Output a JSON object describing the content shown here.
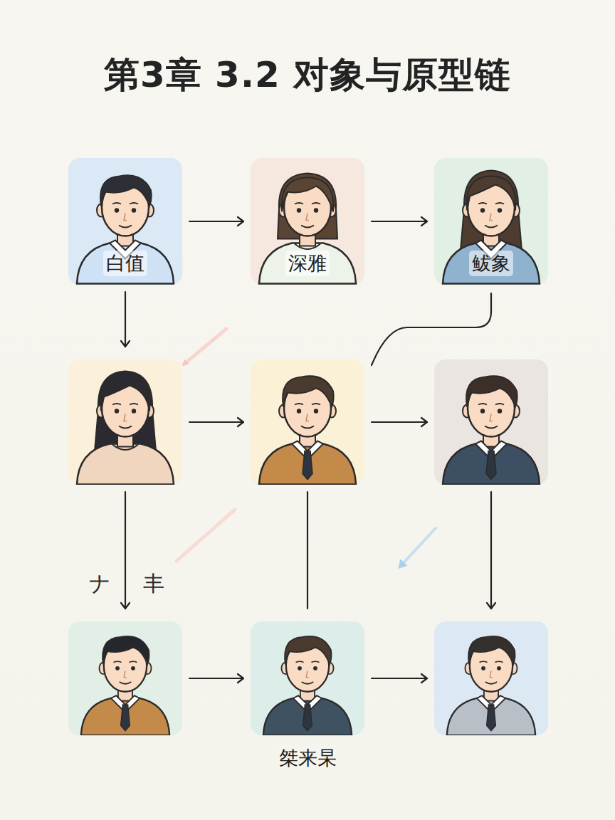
{
  "diagram": {
    "title": "第3章 3.2 对象与原型链",
    "nodes": [
      {
        "text": [
          "白值"
        ]
      },
      {
        "text": [
          "深雅"
        ]
      },
      {
        "text": [
          "鲅象"
        ]
      },
      {
        "text": []
      },
      {
        "text": []
      },
      {
        "text": []
      },
      {
        "text": []
      },
      {
        "text": [
          "桀来杲"
        ]
      },
      {
        "text": []
      }
    ],
    "edges": [
      {
        "from": 0,
        "to": 1,
        "arrow": "to"
      },
      {
        "from": 1,
        "to": 2,
        "arrow": "to"
      },
      {
        "from": 0,
        "to": 3,
        "arrow": "to"
      },
      {
        "from": 2,
        "to": 4,
        "arrow": "none"
      },
      {
        "from": 3,
        "to": 4,
        "arrow": "to"
      },
      {
        "from": 4,
        "to": 5,
        "arrow": "to"
      },
      {
        "from": 3,
        "to": 6,
        "arrow": "to"
      },
      {
        "from": 4,
        "to": 7,
        "arrow": "none"
      },
      {
        "from": 5,
        "to": 8,
        "arrow": "to"
      },
      {
        "from": 6,
        "to": 7,
        "arrow": "to"
      },
      {
        "from": 7,
        "to": 8,
        "arrow": "to"
      }
    ],
    "labels": [
      "ナ",
      "丰"
    ]
  }
}
